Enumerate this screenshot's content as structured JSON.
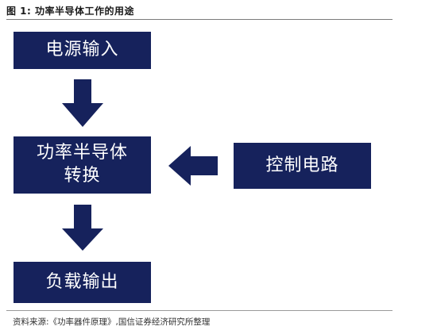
{
  "figure": {
    "title": "图 1:  功率半导体工作的用途",
    "source": "资料来源:《功率器件原理》,国信证券经济研究所整理"
  },
  "nodes": {
    "power_input": "电源输入",
    "semiconductor_line1": "功率半导体",
    "semiconductor_line2": "转换",
    "control_circuit": "控制电路",
    "load_output": "负载输出"
  },
  "colors": {
    "box_fill": "#16225c",
    "arrow_fill": "#16225c",
    "text": "#ffffff"
  }
}
